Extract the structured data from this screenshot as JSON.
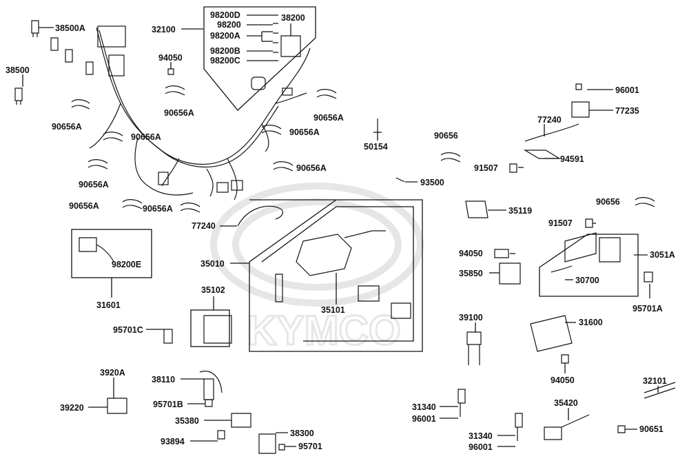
{
  "watermark": "KYMCO",
  "labels": {
    "p38500A": "38500A",
    "p38500": "38500",
    "p32100": "32100",
    "p98200D": "98200D",
    "p98200": "98200",
    "p98200A": "98200A",
    "p98200B": "98200B",
    "p98200C": "98200C",
    "p38200": "38200",
    "p94050_top": "94050",
    "p90656A_1": "90656A",
    "p90656A_2": "90656A",
    "p90656A_3": "90656A",
    "p90656A_4": "90656A",
    "p90656A_5": "90656A",
    "p90656A_6": "90656A",
    "p90656A_7": "90656A",
    "p90656A_8": "90656A",
    "p90656A_9": "90656A",
    "p50154": "50154",
    "p90656_1": "90656",
    "p96001_top": "96001",
    "p77235": "77235",
    "p77240_right": "77240",
    "p94591": "94591",
    "p91507_1": "91507",
    "p93500": "93500",
    "p77240_left": "77240",
    "p35119": "35119",
    "p90656_2": "90656",
    "p91507_2": "91507",
    "p35010": "35010",
    "p31601": "31601",
    "p98200E": "98200E",
    "p94050_mid": "94050",
    "p3051A": "3051A",
    "p35850": "35850",
    "p30700": "30700",
    "p95701A": "95701A",
    "p35102": "35102",
    "p35101": "35101",
    "p39100": "39100",
    "p31600": "31600",
    "p95701C": "95701C",
    "p94050_low": "94050",
    "p3920A": "3920A",
    "p38110": "38110",
    "p39220": "39220",
    "p95701B": "95701B",
    "p35380": "35380",
    "p93894": "93894",
    "p38300": "38300",
    "p95701": "95701",
    "p32101": "32101",
    "p31340_1": "31340",
    "p96001_1": "96001",
    "p31340_2": "31340",
    "p96001_2": "96001",
    "p35420": "35420",
    "p90651": "90651"
  },
  "colors": {
    "ink": "#111111",
    "watermark": "#e6e6e6",
    "background": "#ffffff"
  }
}
